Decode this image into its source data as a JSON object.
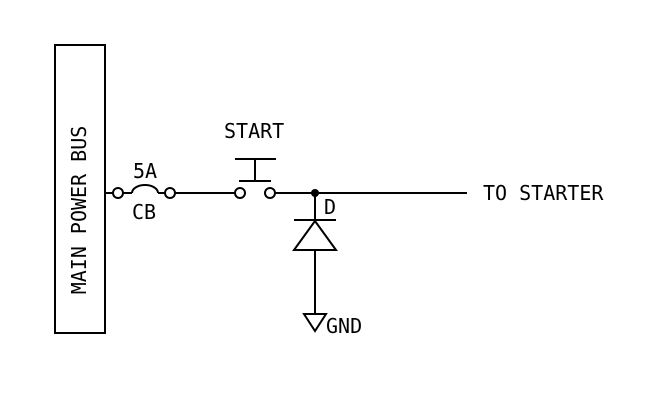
{
  "colors": {
    "ink": "#000000",
    "paper": "#ffffff"
  },
  "schematic": {
    "bus": {
      "label": "MAIN POWER BUS"
    },
    "breaker": {
      "rating": "5A",
      "designator": "CB"
    },
    "push_button": {
      "label": "START"
    },
    "diode": {
      "designator": "D"
    },
    "ground": {
      "label": "GND"
    },
    "output": {
      "label": "TO STARTER"
    }
  }
}
